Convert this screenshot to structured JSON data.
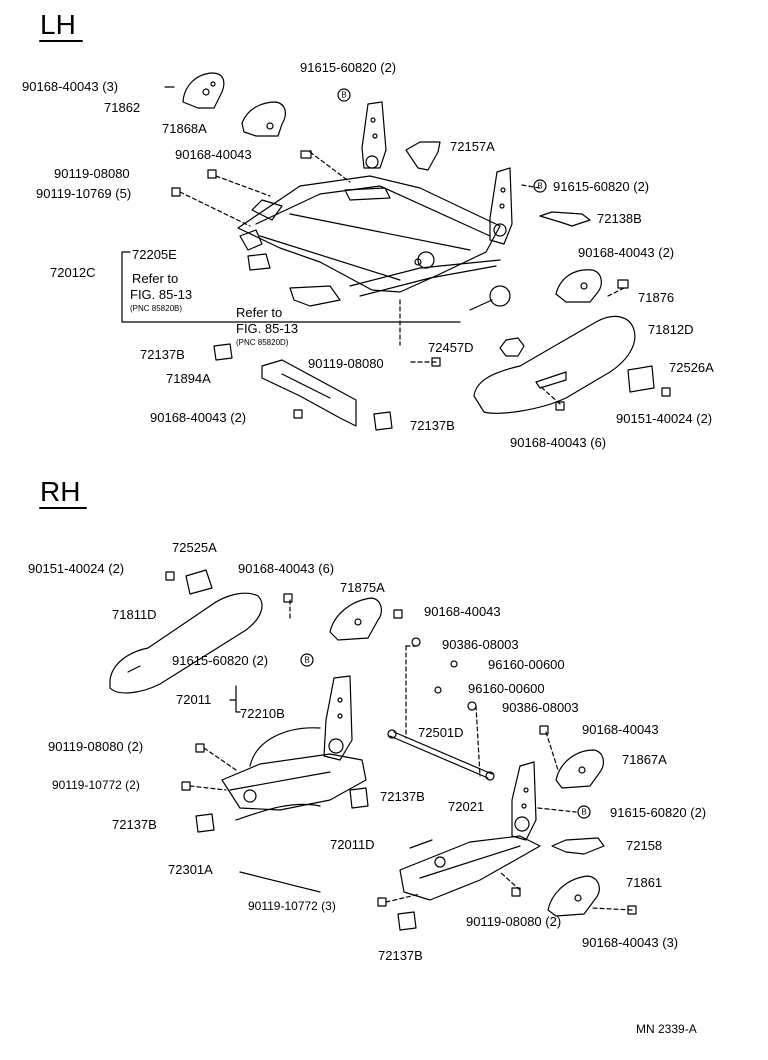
{
  "sections": {
    "lh": "LH",
    "rh": "RH"
  },
  "lh_parts": [
    "90168-40043 (3)",
    "71862",
    "71868A",
    "90168-40043",
    "90119-08080",
    "90119-10769 (5)",
    "91615-60820 (2)",
    "72157A",
    "91615-60820 (2)",
    "72138B",
    "72205E",
    "72012C",
    "90168-40043 (2)",
    "71876",
    "71812D",
    "72457D",
    "90119-08080",
    "72137B",
    "71894A",
    "90168-40043 (2)",
    "72137B",
    "72526A",
    "90151-40024 (2)",
    "90168-40043 (6)"
  ],
  "rh_parts": [
    "72525A",
    "90151-40024 (2)",
    "90168-40043 (6)",
    "71875A",
    "90168-40043",
    "71811D",
    "91615-60820 (2)",
    "90386-08003",
    "96160-00600",
    "96160-00600",
    "90386-08003",
    "72011",
    "72210B",
    "72501D",
    "90168-40043",
    "90119-08080 (2)",
    "71867A",
    "90119-10772 (2)",
    "72137B",
    "72021",
    "91615-60820 (2)",
    "72137B",
    "72011D",
    "72158",
    "71861",
    "72301A",
    "90119-10772 (3)",
    "90119-08080 (2)",
    "90168-40043 (3)",
    "72137B"
  ],
  "refs": {
    "ref1_line1": "Refer to",
    "ref1_line2": "FIG. 85-13",
    "ref1_pnc": "(PNC 85820B)",
    "ref2_line1": "Refer to",
    "ref2_line2": "FIG. 85-13",
    "ref2_pnc": "(PNC 85820D)"
  },
  "circle_marker": "B",
  "footer": "MN  2339-A"
}
